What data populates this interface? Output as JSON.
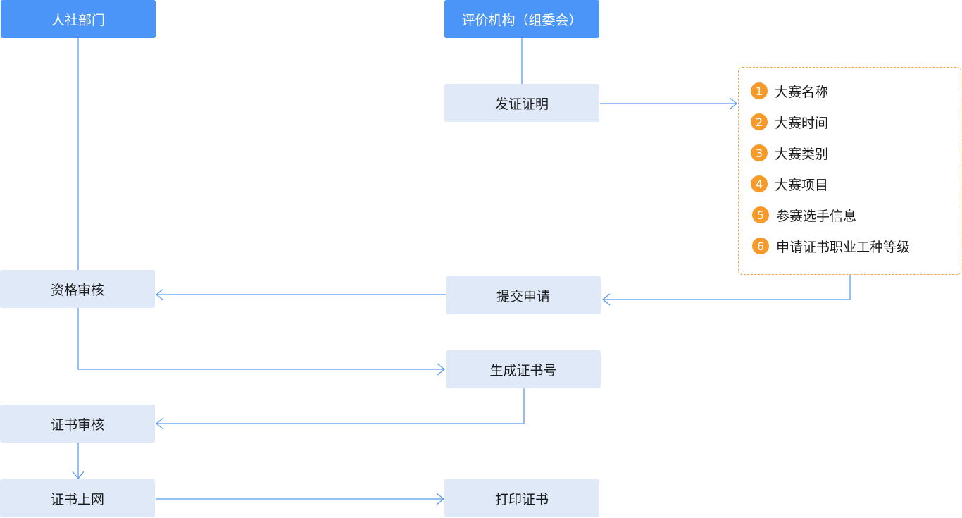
{
  "headers": {
    "hr_dept": "人社部门",
    "eval_org": "评价机构（组委会）"
  },
  "steps": {
    "issue_proof": "发证证明",
    "qualification_review": "资格审核",
    "submit_application": "提交申请",
    "generate_cert_no": "生成证书号",
    "cert_review": "证书审核",
    "cert_online": "证书上网",
    "print_cert": "打印证书"
  },
  "info_items": [
    {
      "num": "1",
      "label": "大赛名称"
    },
    {
      "num": "2",
      "label": "大赛时间"
    },
    {
      "num": "3",
      "label": "大赛类别"
    },
    {
      "num": "4",
      "label": "大赛项目"
    },
    {
      "num": "5",
      "label": "参赛选手信息"
    },
    {
      "num": "6",
      "label": "申请证书职业工种等级"
    }
  ],
  "colors": {
    "header_bg": "#4a95f7",
    "node_bg": "#dfe9f8",
    "line": "#5b9bf0",
    "badge": "#f79a2c",
    "info_border": "#f0a64a"
  }
}
